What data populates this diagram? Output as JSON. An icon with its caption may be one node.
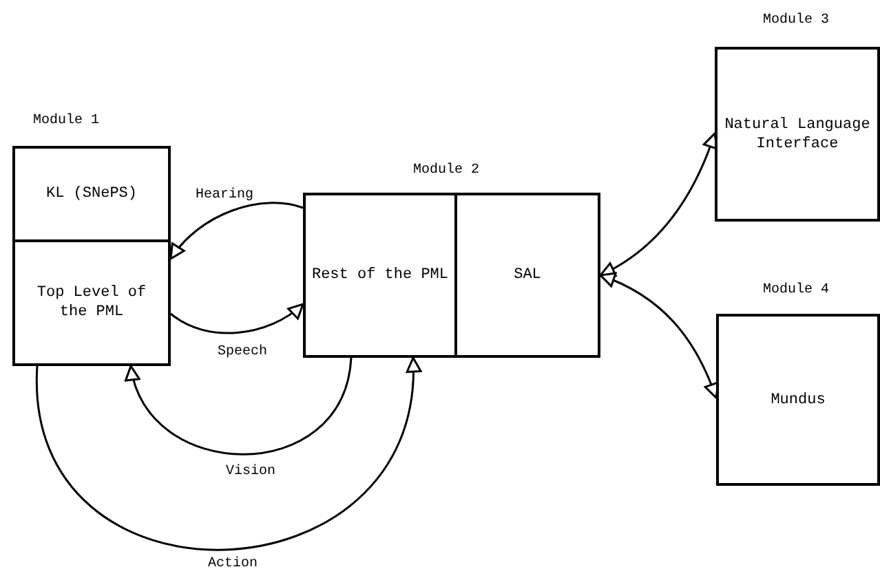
{
  "diagram": {
    "nodes": [
      {
        "text": [
          "KL (SNePS)"
        ]
      },
      {
        "text": [
          "Top Level of the PML"
        ]
      },
      {
        "text": [
          "Rest of the PML"
        ]
      },
      {
        "text": [
          "SAL"
        ]
      },
      {
        "text": [
          "Natural Language Interface"
        ],
        "beside": [
          "Module 3"
        ]
      },
      {
        "text": [
          "Mundus"
        ],
        "beside": [
          "Module 4"
        ]
      }
    ],
    "edges": [
      {
        "from": 2,
        "to": 1,
        "arrow": "to",
        "label": "Hearing"
      },
      {
        "from": 1,
        "to": 2,
        "arrow": "to",
        "label": "Speech"
      },
      {
        "from": 2,
        "to": 1,
        "arrow": "to",
        "label": "Vision"
      },
      {
        "from": 1,
        "to": 2,
        "arrow": "to",
        "label": "Action"
      },
      {
        "from": 3,
        "to": 4,
        "arrow": "both"
      },
      {
        "from": 3,
        "to": 5,
        "arrow": "both"
      }
    ],
    "labels": [
      "Module 1",
      "Module 2"
    ]
  }
}
